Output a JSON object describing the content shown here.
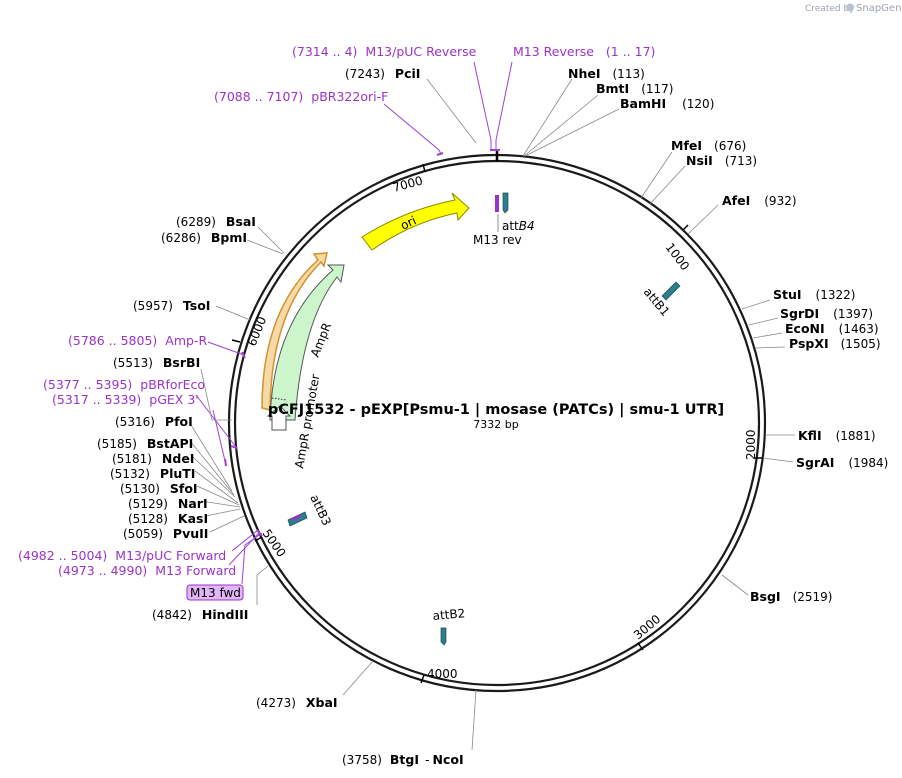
{
  "credit": "Created by",
  "credit_brand": "SnapGene",
  "plasmid": {
    "name": "pCFJ1532 - pEXP[Psmu-1 | mosase (PATCs) | smu-1 UTR]",
    "length": "7332 bp"
  },
  "ticks": [
    "1000",
    "2000",
    "3000",
    "4000",
    "5000",
    "6000",
    "7000"
  ],
  "features": {
    "ori": "ori",
    "ampr": "AmpR",
    "ampr_promoter": "AmpR promoter",
    "attB4": "att",
    "attB4_suffix": "B4",
    "m13rev": "M13 rev",
    "attB1": "attB1",
    "attB2": "attB2",
    "attB3": "attB3",
    "m13fwd": "M13 fwd"
  },
  "sites": {
    "NheI": {
      "name": "NheI",
      "pos": "(113)"
    },
    "BmtI": {
      "name": "BmtI",
      "pos": "(117)"
    },
    "BamHI": {
      "name": "BamHI",
      "pos": "(120)"
    },
    "MfeI": {
      "name": "MfeI",
      "pos": "(676)"
    },
    "NsiI": {
      "name": "NsiI",
      "pos": "(713)"
    },
    "AfeI": {
      "name": "AfeI",
      "pos": "(932)"
    },
    "StuI": {
      "name": "StuI",
      "pos": "(1322)"
    },
    "SgrDI": {
      "name": "SgrDI",
      "pos": "(1397)"
    },
    "EcoNI": {
      "name": "EcoNI",
      "pos": "(1463)"
    },
    "PspXI": {
      "name": "PspXI",
      "pos": "(1505)"
    },
    "KflI": {
      "name": "KflI",
      "pos": "(1881)"
    },
    "SgrAI": {
      "name": "SgrAI",
      "pos": "(1984)"
    },
    "BsgI": {
      "name": "BsgI",
      "pos": "(2519)"
    },
    "BtgI": {
      "name": "BtgI",
      "pos": "(3758)"
    },
    "NcoI": {
      "name": "NcoI",
      "dash": "-"
    },
    "XbaI": {
      "name": "XbaI",
      "pos": "(4273)"
    },
    "HindIII": {
      "name": "HindIII",
      "pos": "(4842)"
    },
    "PvuII": {
      "name": "PvuII",
      "pos": "(5059)"
    },
    "KasI": {
      "name": "KasI",
      "pos": "(5128)"
    },
    "NarI": {
      "name": "NarI",
      "pos": "(5129)"
    },
    "SfoI": {
      "name": "SfoI",
      "pos": "(5130)"
    },
    "PluTI": {
      "name": "PluTI",
      "pos": "(5132)"
    },
    "NdeI": {
      "name": "NdeI",
      "pos": "(5181)"
    },
    "BstAPI": {
      "name": "BstAPI",
      "pos": "(5185)"
    },
    "PfoI": {
      "name": "PfoI",
      "pos": "(5316)"
    },
    "BsrBI": {
      "name": "BsrBI",
      "pos": "(5513)"
    },
    "TsoI": {
      "name": "TsoI",
      "pos": "(5957)"
    },
    "BpmI": {
      "name": "BpmI",
      "pos": "(6286)"
    },
    "BsaI": {
      "name": "BsaI",
      "pos": "(6289)"
    },
    "PciI": {
      "name": "PciI",
      "pos": "(7243)"
    }
  },
  "primers": {
    "m13puc_rev": {
      "range": "(7314 .. 4)",
      "name": "M13/pUC Reverse"
    },
    "m13_rev": {
      "name": "M13 Reverse",
      "range": "(1 .. 17)"
    },
    "pbr322": {
      "range": "(7088 .. 7107)",
      "name": "pBR322ori-F"
    },
    "ampr": {
      "range": "(5786 .. 5805)",
      "name": "Amp-R"
    },
    "pbrforeco": {
      "range": "(5377 .. 5395)",
      "name": "pBRforEco"
    },
    "pgex3": {
      "range": "(5317 .. 5339)",
      "name": "pGEX 3'"
    },
    "m13puc_fwd": {
      "range": "(4982 .. 5004)",
      "name": "M13/pUC Forward"
    },
    "m13_fwd": {
      "range": "(4973 .. 4990)",
      "name": "M13 Forward"
    }
  },
  "colors": {
    "ori": "#ffff00",
    "ampr": "#ccf5cc",
    "att": "#2e7d8c",
    "primer": "#9b33c9",
    "m13fwd_badge": "#e2b7f7"
  }
}
